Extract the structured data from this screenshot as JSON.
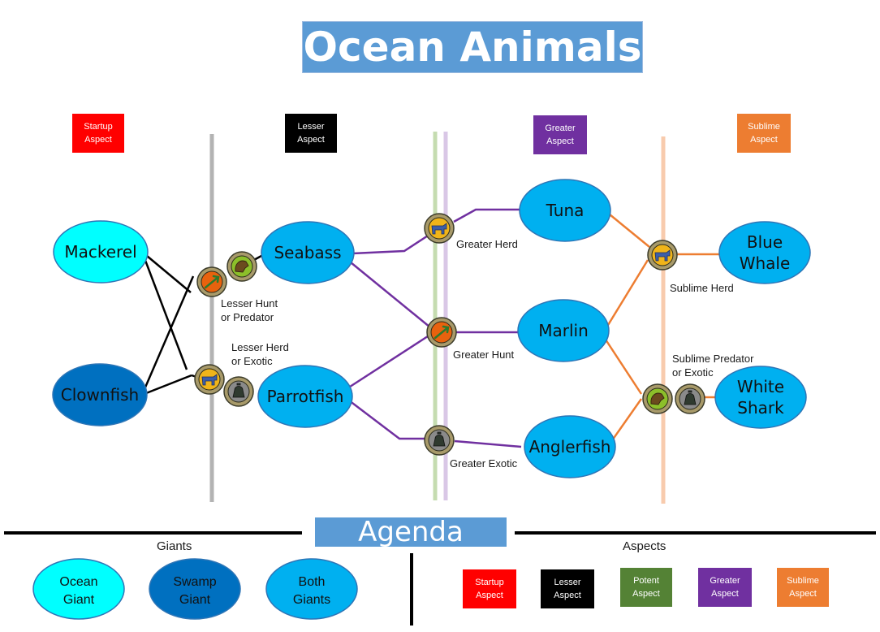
{
  "title": "Ocean Animals",
  "agenda_title": "Agenda",
  "columns": [
    {
      "label": "Startup Aspect",
      "color": "#ff0000"
    },
    {
      "label": "Lesser Aspect",
      "color": "#000000"
    },
    {
      "label": "Greater Aspect",
      "color": "#7030a0"
    },
    {
      "label": "Sublime Aspect",
      "color": "#ed7d31"
    }
  ],
  "animals": [
    {
      "id": "mackerel",
      "label": "Mackerel",
      "fill": "#00ffff"
    },
    {
      "id": "clownfish",
      "label": "Clownfish",
      "fill": "#0070c0"
    },
    {
      "id": "seabass",
      "label": "Seabass",
      "fill": "#00b0f0"
    },
    {
      "id": "parrotfish",
      "label": "Parrotfish",
      "fill": "#00b0f0"
    },
    {
      "id": "tuna",
      "label": "Tuna",
      "fill": "#00b0f0"
    },
    {
      "id": "marlin",
      "label": "Marlin",
      "fill": "#00b0f0"
    },
    {
      "id": "anglerfish",
      "label": "Anglerfish",
      "fill": "#00b0f0"
    },
    {
      "id": "bluewhale",
      "label": "Blue Whale",
      "fill": "#00b0f0"
    },
    {
      "id": "whiteshark",
      "label": "White Shark",
      "fill": "#00b0f0"
    }
  ],
  "transitions": [
    {
      "label": "Lesser Hunt or Predator"
    },
    {
      "label": "Lesser Herd or Exotic"
    },
    {
      "label": "Greater Herd"
    },
    {
      "label": "Greater Hunt"
    },
    {
      "label": "Greater Exotic"
    },
    {
      "label": "Sublime Herd"
    },
    {
      "label": "Sublime Predator or Exotic"
    }
  ],
  "icons": [
    {
      "name": "hunt-icon",
      "kind": "hunt"
    },
    {
      "name": "predator-icon",
      "kind": "predator"
    },
    {
      "name": "herd-icon",
      "kind": "herd"
    },
    {
      "name": "exotic-icon",
      "kind": "exotic"
    },
    {
      "name": "herd-icon",
      "kind": "herd"
    },
    {
      "name": "hunt-icon",
      "kind": "hunt"
    },
    {
      "name": "exotic-icon",
      "kind": "exotic"
    },
    {
      "name": "herd-icon",
      "kind": "herd"
    },
    {
      "name": "predator-icon",
      "kind": "predator"
    },
    {
      "name": "exotic-icon",
      "kind": "exotic"
    }
  ],
  "legend": {
    "giants_heading": "Giants",
    "aspects_heading": "Aspects",
    "giants": [
      {
        "label": "Ocean Giant",
        "fill": "#00ffff"
      },
      {
        "label": "Swamp Giant",
        "fill": "#0070c0"
      },
      {
        "label": "Both Giants",
        "fill": "#00b0f0"
      }
    ],
    "aspects": [
      {
        "label": "Startup Aspect",
        "color": "#ff0000"
      },
      {
        "label": "Lesser Aspect",
        "color": "#000000"
      },
      {
        "label": "Potent Aspect",
        "color": "#548235"
      },
      {
        "label": "Greater Aspect",
        "color": "#7030a0"
      },
      {
        "label": "Sublime Aspect",
        "color": "#ed7d31"
      }
    ]
  },
  "colors": {
    "lesser_line": "#000000",
    "greater_line": "#7030a0",
    "sublime_line": "#ed7d31",
    "ellipse_stroke": "#2e75b6"
  }
}
